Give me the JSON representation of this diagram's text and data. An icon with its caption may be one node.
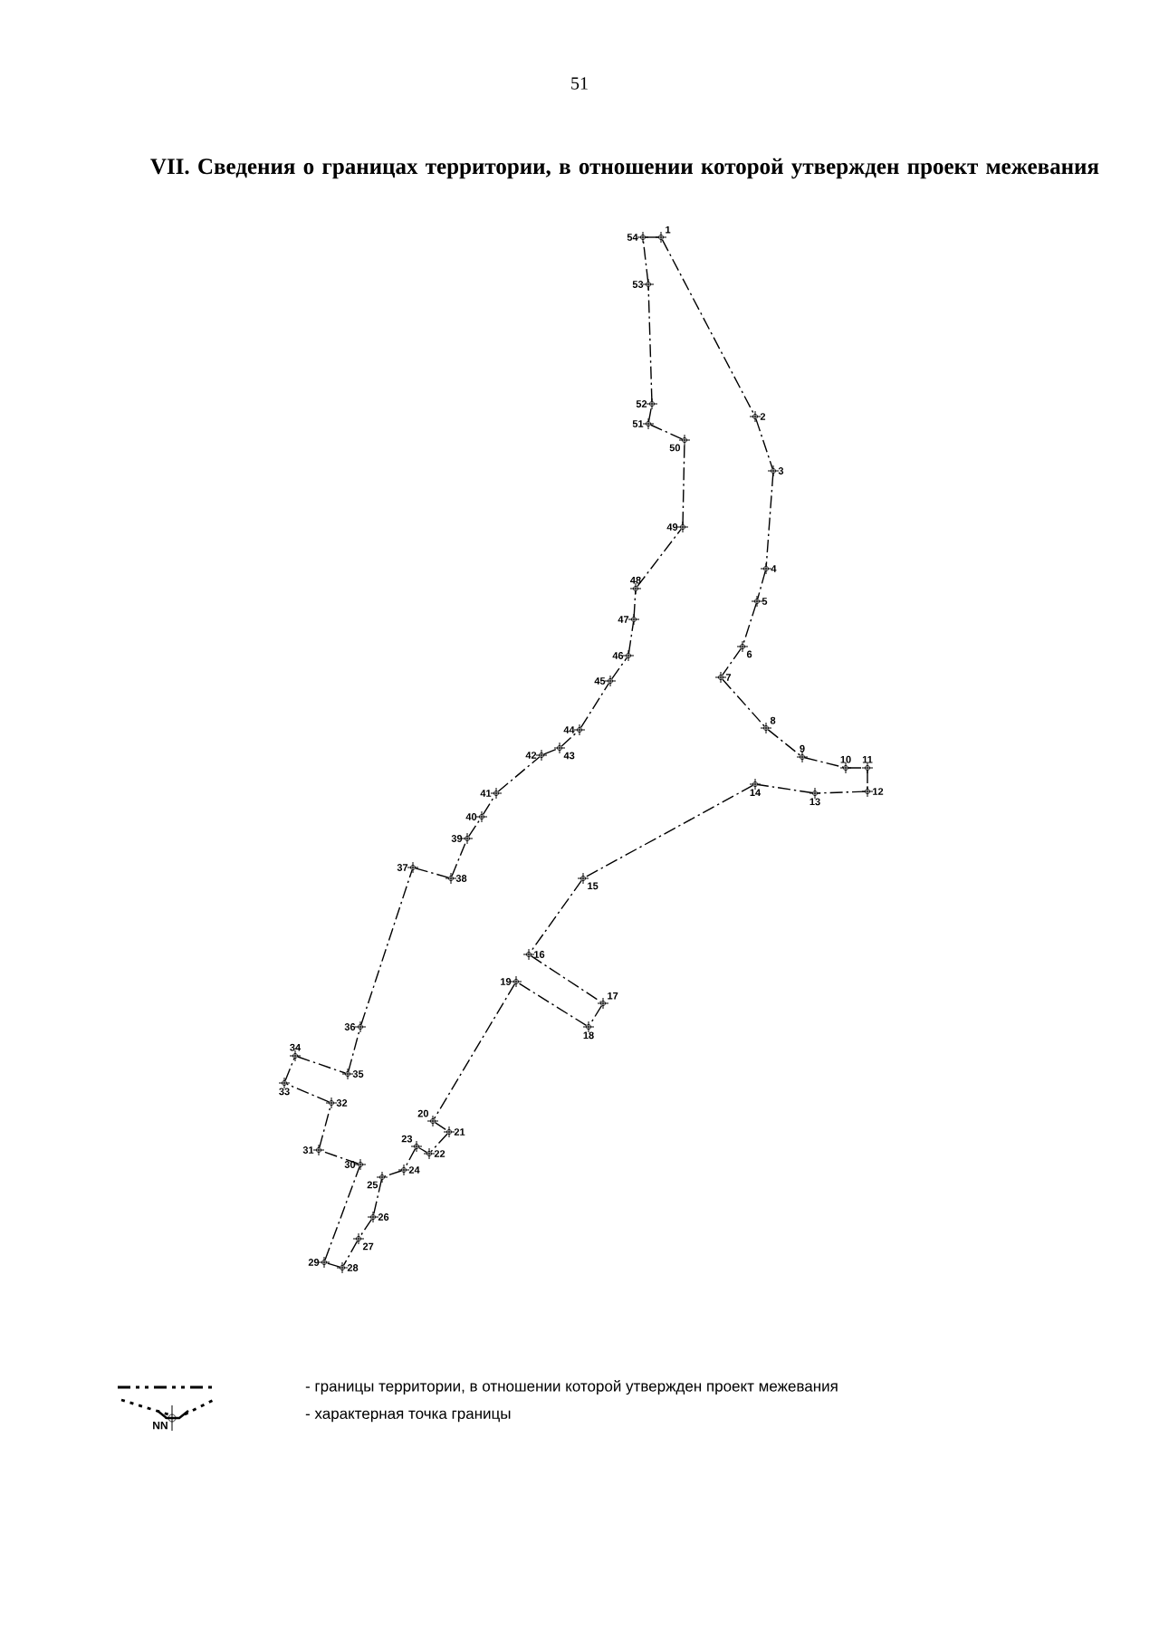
{
  "diagram": {
    "title": "VII. Сведения о границах территории, в отношении которой утвержден проект межевания",
    "nodes": [
      {
        "text": [
          "1"
        ]
      },
      {
        "text": [
          "2"
        ]
      },
      {
        "text": [
          "3"
        ]
      },
      {
        "text": [
          "4"
        ]
      },
      {
        "text": [
          "5"
        ]
      },
      {
        "text": [
          "6"
        ]
      },
      {
        "text": [
          "7"
        ]
      },
      {
        "text": [
          "8"
        ]
      },
      {
        "text": [
          "9"
        ]
      },
      {
        "text": [
          "10"
        ]
      },
      {
        "text": [
          "11"
        ]
      },
      {
        "text": [
          "12"
        ]
      },
      {
        "text": [
          "13"
        ]
      },
      {
        "text": [
          "14"
        ]
      },
      {
        "text": [
          "15"
        ]
      },
      {
        "text": [
          "16"
        ]
      },
      {
        "text": [
          "17"
        ]
      },
      {
        "text": [
          "18"
        ]
      },
      {
        "text": [
          "19"
        ]
      },
      {
        "text": [
          "20"
        ]
      },
      {
        "text": [
          "21"
        ]
      },
      {
        "text": [
          "22"
        ]
      },
      {
        "text": [
          "23"
        ]
      },
      {
        "text": [
          "24"
        ]
      },
      {
        "text": [
          "25"
        ]
      },
      {
        "text": [
          "26"
        ]
      },
      {
        "text": [
          "27"
        ]
      },
      {
        "text": [
          "28"
        ]
      },
      {
        "text": [
          "29"
        ]
      },
      {
        "text": [
          "30"
        ]
      },
      {
        "text": [
          "31"
        ]
      },
      {
        "text": [
          "32"
        ]
      },
      {
        "text": [
          "33"
        ]
      },
      {
        "text": [
          "34"
        ]
      },
      {
        "text": [
          "35"
        ]
      },
      {
        "text": [
          "36"
        ]
      },
      {
        "text": [
          "37"
        ]
      },
      {
        "text": [
          "38"
        ]
      },
      {
        "text": [
          "39"
        ]
      },
      {
        "text": [
          "40"
        ]
      },
      {
        "text": [
          "41"
        ]
      },
      {
        "text": [
          "42"
        ]
      },
      {
        "text": [
          "43"
        ]
      },
      {
        "text": [
          "44"
        ]
      },
      {
        "text": [
          "45"
        ]
      },
      {
        "text": [
          "46"
        ]
      },
      {
        "text": [
          "47"
        ]
      },
      {
        "text": [
          "48"
        ]
      },
      {
        "text": [
          "49"
        ]
      },
      {
        "text": [
          "50"
        ]
      },
      {
        "text": [
          "51"
        ]
      },
      {
        "text": [
          "52"
        ]
      },
      {
        "text": [
          "53"
        ]
      },
      {
        "text": [
          "54"
        ]
      }
    ],
    "edges": [
      {
        "from": 0,
        "to": 1,
        "arrow": "none"
      },
      {
        "from": 1,
        "to": 2,
        "arrow": "none"
      },
      {
        "from": 2,
        "to": 3,
        "arrow": "none"
      },
      {
        "from": 3,
        "to": 4,
        "arrow": "none"
      },
      {
        "from": 4,
        "to": 5,
        "arrow": "none"
      },
      {
        "from": 5,
        "to": 6,
        "arrow": "none"
      },
      {
        "from": 6,
        "to": 7,
        "arrow": "none"
      },
      {
        "from": 7,
        "to": 8,
        "arrow": "none"
      },
      {
        "from": 8,
        "to": 9,
        "arrow": "none"
      },
      {
        "from": 9,
        "to": 10,
        "arrow": "none"
      },
      {
        "from": 10,
        "to": 11,
        "arrow": "none"
      },
      {
        "from": 11,
        "to": 12,
        "arrow": "none"
      },
      {
        "from": 12,
        "to": 13,
        "arrow": "none"
      },
      {
        "from": 13,
        "to": 14,
        "arrow": "none"
      },
      {
        "from": 14,
        "to": 15,
        "arrow": "none"
      },
      {
        "from": 15,
        "to": 16,
        "arrow": "none"
      },
      {
        "from": 16,
        "to": 17,
        "arrow": "none"
      },
      {
        "from": 17,
        "to": 18,
        "arrow": "none"
      },
      {
        "from": 18,
        "to": 19,
        "arrow": "none"
      },
      {
        "from": 19,
        "to": 20,
        "arrow": "none"
      },
      {
        "from": 20,
        "to": 21,
        "arrow": "none"
      },
      {
        "from": 21,
        "to": 22,
        "arrow": "none"
      },
      {
        "from": 22,
        "to": 23,
        "arrow": "none"
      },
      {
        "from": 23,
        "to": 24,
        "arrow": "none"
      },
      {
        "from": 24,
        "to": 25,
        "arrow": "none"
      },
      {
        "from": 25,
        "to": 26,
        "arrow": "none"
      },
      {
        "from": 26,
        "to": 27,
        "arrow": "none"
      },
      {
        "from": 27,
        "to": 28,
        "arrow": "none"
      },
      {
        "from": 28,
        "to": 29,
        "arrow": "none"
      },
      {
        "from": 29,
        "to": 30,
        "arrow": "none"
      },
      {
        "from": 30,
        "to": 31,
        "arrow": "none"
      },
      {
        "from": 31,
        "to": 32,
        "arrow": "none"
      },
      {
        "from": 32,
        "to": 33,
        "arrow": "none"
      },
      {
        "from": 33,
        "to": 34,
        "arrow": "none"
      },
      {
        "from": 34,
        "to": 35,
        "arrow": "none"
      },
      {
        "from": 35,
        "to": 36,
        "arrow": "none"
      },
      {
        "from": 36,
        "to": 37,
        "arrow": "none"
      },
      {
        "from": 37,
        "to": 38,
        "arrow": "none"
      },
      {
        "from": 38,
        "to": 39,
        "arrow": "none"
      },
      {
        "from": 39,
        "to": 40,
        "arrow": "none"
      },
      {
        "from": 40,
        "to": 41,
        "arrow": "none"
      },
      {
        "from": 41,
        "to": 42,
        "arrow": "none"
      },
      {
        "from": 42,
        "to": 43,
        "arrow": "none"
      },
      {
        "from": 43,
        "to": 44,
        "arrow": "none"
      },
      {
        "from": 44,
        "to": 45,
        "arrow": "none"
      },
      {
        "from": 45,
        "to": 46,
        "arrow": "none"
      },
      {
        "from": 46,
        "to": 47,
        "arrow": "none"
      },
      {
        "from": 47,
        "to": 48,
        "arrow": "none"
      },
      {
        "from": 48,
        "to": 49,
        "arrow": "none"
      },
      {
        "from": 49,
        "to": 50,
        "arrow": "none"
      },
      {
        "from": 50,
        "to": 51,
        "arrow": "none"
      },
      {
        "from": 51,
        "to": 52,
        "arrow": "none"
      },
      {
        "from": 52,
        "to": 53,
        "arrow": "none"
      },
      {
        "from": 53,
        "to": 0,
        "arrow": "none"
      }
    ],
    "labels": [
      "51",
      "NN"
    ],
    "legend": [
      {
        "text": "- границы территории, в отношении которой утвержден проект межевания"
      },
      {
        "text": "- характерная точка границы"
      }
    ]
  }
}
